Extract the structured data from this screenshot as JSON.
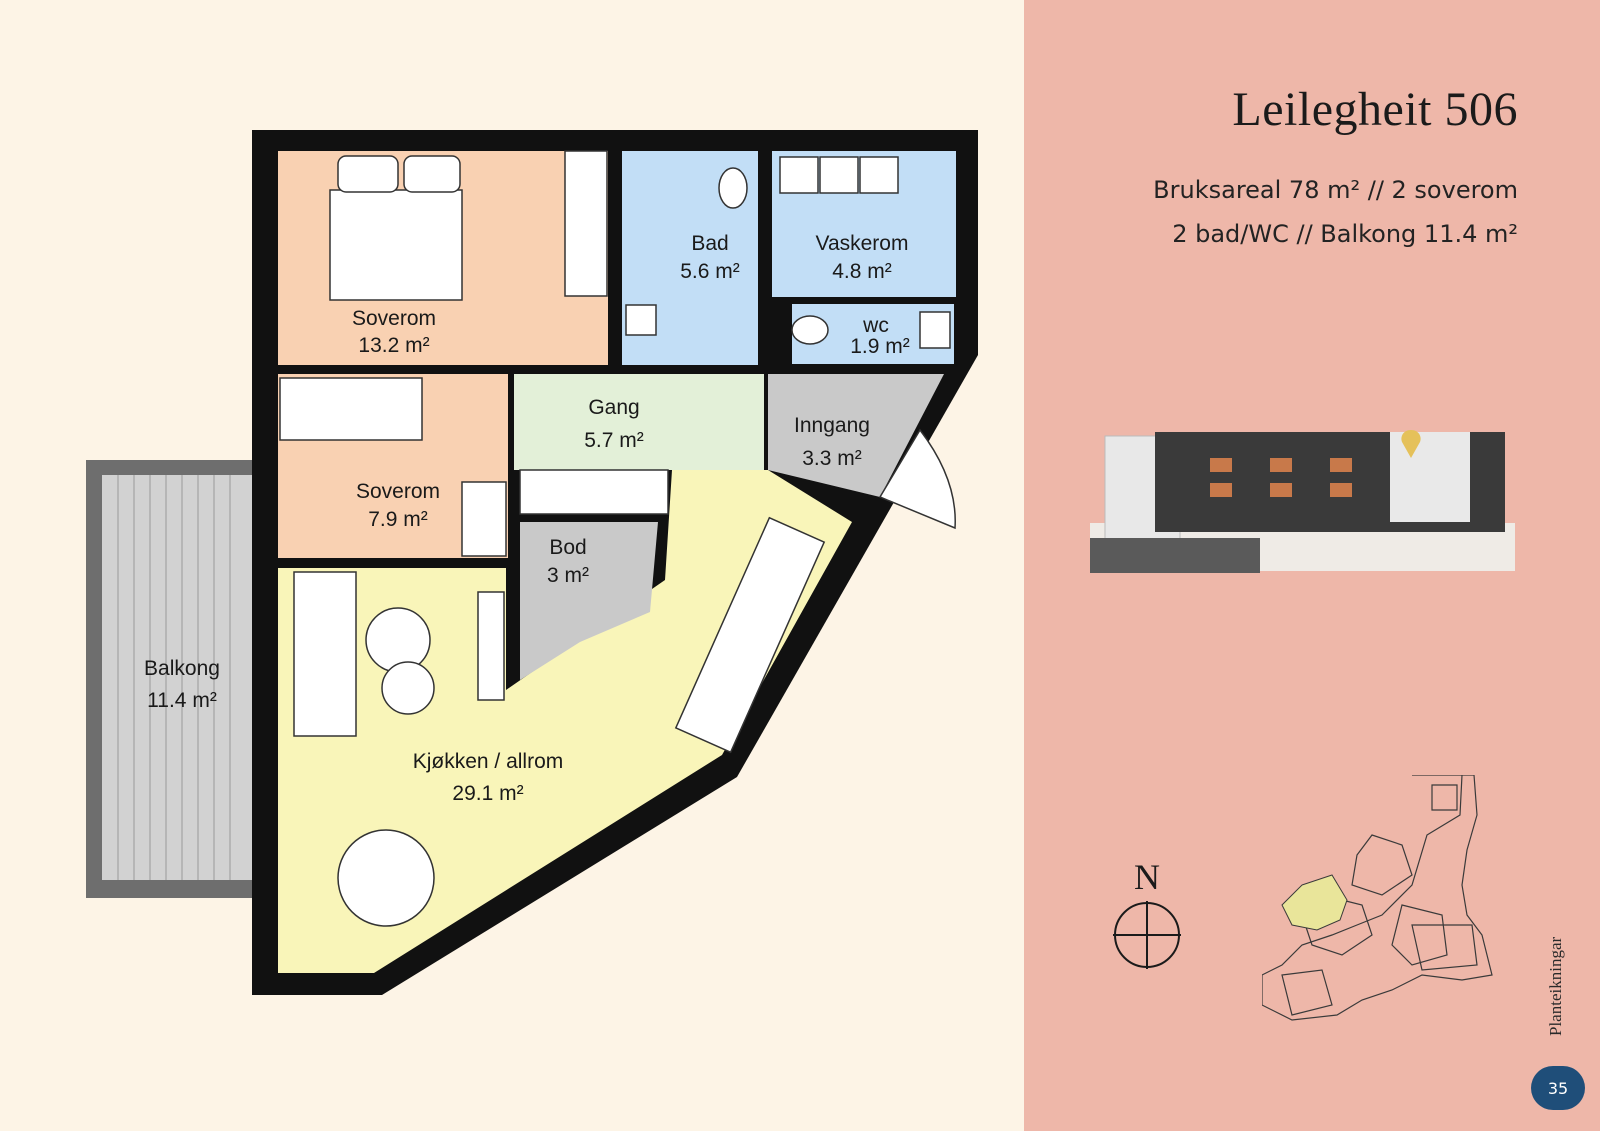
{
  "title": "Leilegheit 506",
  "info": {
    "line1": "Bruksareal 78 m²  //  2 soverom",
    "line2": "2 bad/WC  //  Balkong 11.4 m²"
  },
  "rooms": [
    {
      "name": "Soverom",
      "area": "13.2 m²"
    },
    {
      "name": "Bad",
      "area": "5.6 m²"
    },
    {
      "name": "Vaskerom",
      "area": "4.8 m²"
    },
    {
      "name": "wc",
      "area": "1.9 m²"
    },
    {
      "name": "Gang",
      "area": "5.7 m²"
    },
    {
      "name": "Inngang",
      "area": "3.3 m²"
    },
    {
      "name": "Soverom",
      "area": "7.9 m²"
    },
    {
      "name": "Bod",
      "area": "3 m²"
    },
    {
      "name": "Balkong",
      "area": "11.4 m²"
    },
    {
      "name": "Kjøkken / allrom",
      "area": "29.1 m²"
    }
  ],
  "compass": {
    "north": "N"
  },
  "side_label": "Planteikningar",
  "page_number": "35",
  "colors": {
    "background": "#fdf4e6",
    "panel": "#eeb7a9",
    "bedroom": "#f9d1b2",
    "bathroom": "#c2def6",
    "hall": "#e3f0d8",
    "entrance": "#c9c9c9",
    "kitchen": "#f9f5b9",
    "balcony": "#d2d2d2",
    "highlight": "#e9e59a",
    "page_badge": "#1f4e79"
  }
}
